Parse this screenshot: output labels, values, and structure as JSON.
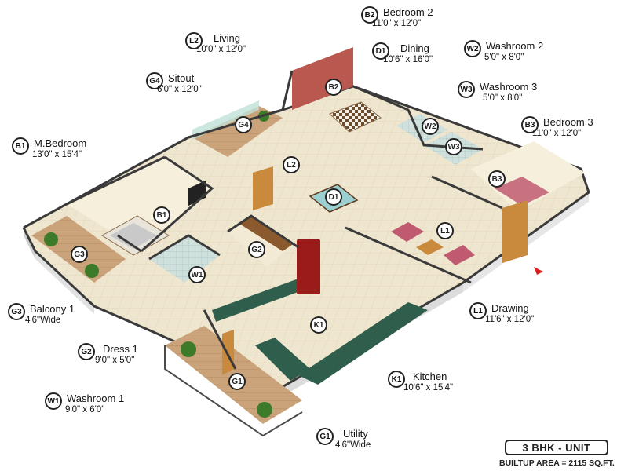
{
  "rooms": {
    "bedroom2": {
      "code": "B2",
      "name": "Bedroom 2",
      "dim": "11'0\" x 12'0\""
    },
    "living": {
      "code": "L2",
      "name": "Living",
      "dim": "10'0\" x 12'0\""
    },
    "dining": {
      "code": "D1",
      "name": "Dining",
      "dim": "10'6\" x 16'0\""
    },
    "washroom2": {
      "code": "W2",
      "name": "Washroom 2",
      "dim": "5'0\" x 8'0\""
    },
    "sitout": {
      "code": "G4",
      "name": "Sitout",
      "dim": "6'0\" x 12'0\""
    },
    "washroom3": {
      "code": "W3",
      "name": "Washroom 3",
      "dim": "5'0\" x 8'0\""
    },
    "bedroom3": {
      "code": "B3",
      "name": "Bedroom 3",
      "dim": "11'0\" x 12'0\""
    },
    "mbedroom": {
      "code": "B1",
      "name": "M.Bedroom",
      "dim": "13'0\" x 15'4\""
    },
    "balcony1": {
      "code": "G3",
      "name": "Balcony 1",
      "dim": "4'6\"Wide"
    },
    "drawing": {
      "code": "L1",
      "name": "Drawing",
      "dim": "11'6\" x 12'0\""
    },
    "dress1": {
      "code": "G2",
      "name": "Dress 1",
      "dim": "9'0\" x 5'0\""
    },
    "kitchen": {
      "code": "K1",
      "name": "Kitchen",
      "dim": "10'6\" x 15'4\""
    },
    "washroom1": {
      "code": "W1",
      "name": "Washroom 1",
      "dim": "9'0\" x 6'0\""
    },
    "utility": {
      "code": "G1",
      "name": "Utility",
      "dim": "4'6\"Wide"
    }
  },
  "plan_tags": [
    "B2",
    "G4",
    "W2",
    "L2",
    "W3",
    "D1",
    "B3",
    "B1",
    "L1",
    "G3",
    "G2",
    "W1",
    "K1",
    "G1"
  ],
  "unit_title": "3 BHK - UNIT",
  "builtup_area": "BUILTUP AREA = 2115 SQ.FT.",
  "colors": {
    "floor": "#f2ecd9",
    "wall": "#ffffff",
    "wall_shade": "#d8d8d8",
    "wall_top": "#3a3a3a",
    "accent_wall": "#b9584e",
    "wood": "#c98a3d",
    "tile_green": "#2f5f4c",
    "sofa": "#c05a70",
    "arrow": "#e02020"
  }
}
